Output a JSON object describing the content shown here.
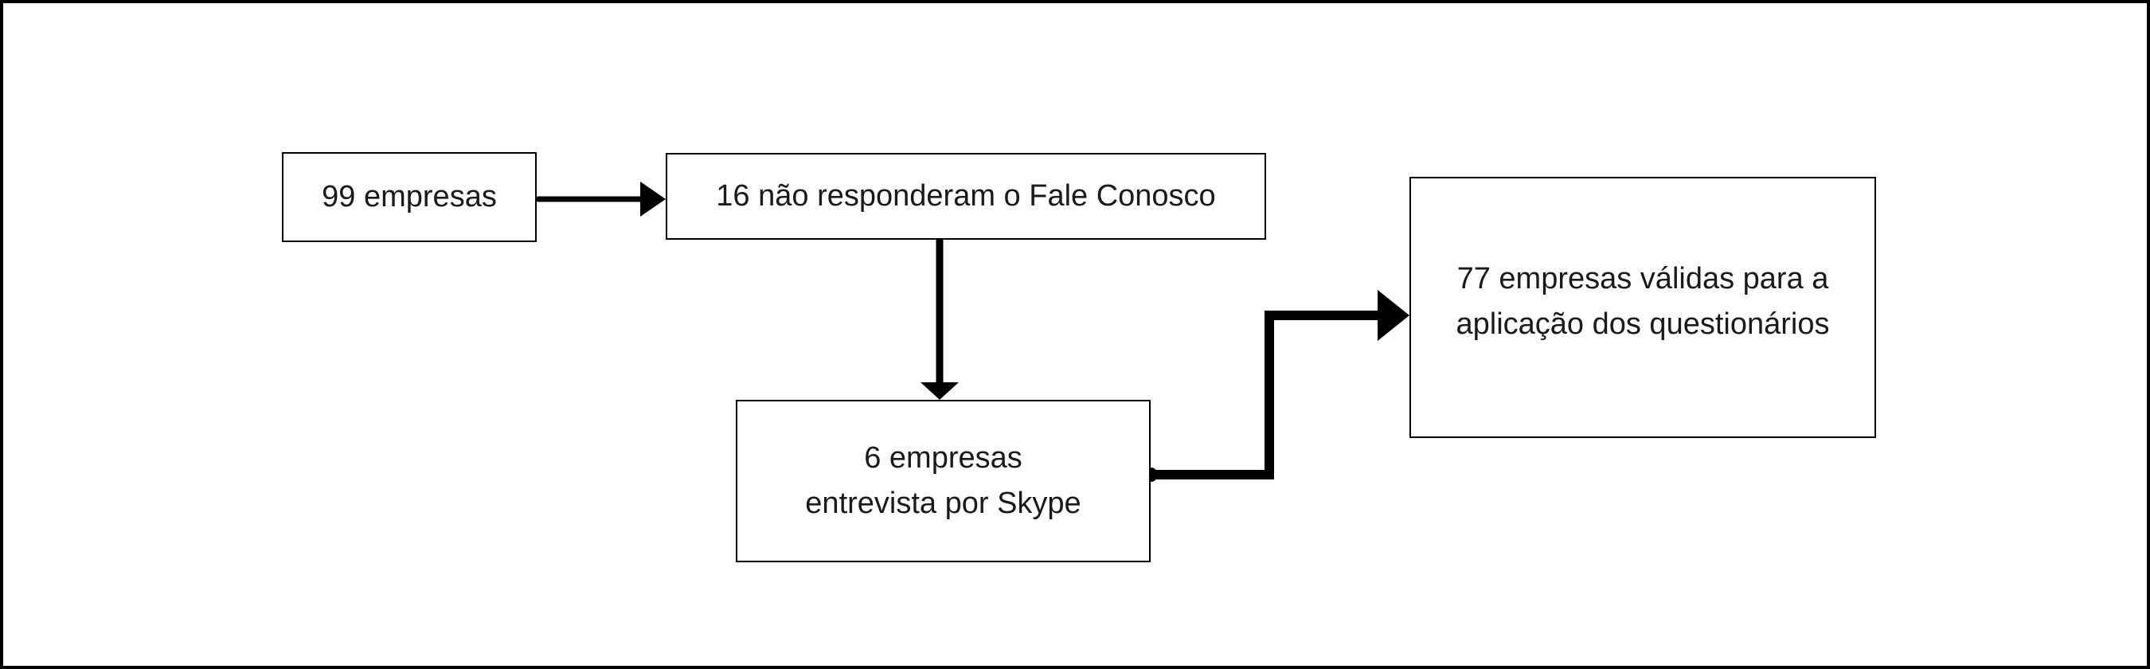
{
  "figure": {
    "type": "flowchart",
    "background": "#ffffff",
    "ink_color": "#000000",
    "text_color": "#1a1a1a",
    "nodes": [
      {
        "id": "total-companies",
        "lines": [
          "99 empresas"
        ]
      },
      {
        "id": "no-response-fale-conosco",
        "lines": [
          "16 não responderam o Fale Conosco"
        ]
      },
      {
        "id": "skype-interviews",
        "lines": [
          "6 empresas",
          "entrevista por Skype"
        ]
      },
      {
        "id": "valid-companies",
        "lines": [
          "77 empresas válidas para a",
          "aplicação dos questionários"
        ]
      }
    ],
    "edges": [
      {
        "from": "total-companies",
        "to": "no-response-fale-conosco",
        "direction": "right",
        "weight": "medium"
      },
      {
        "from": "no-response-fale-conosco",
        "to": "skype-interviews",
        "direction": "down",
        "weight": "medium"
      },
      {
        "from": "skype-interviews",
        "to": "valid-companies",
        "direction": "right-elbow",
        "weight": "thick"
      }
    ]
  }
}
